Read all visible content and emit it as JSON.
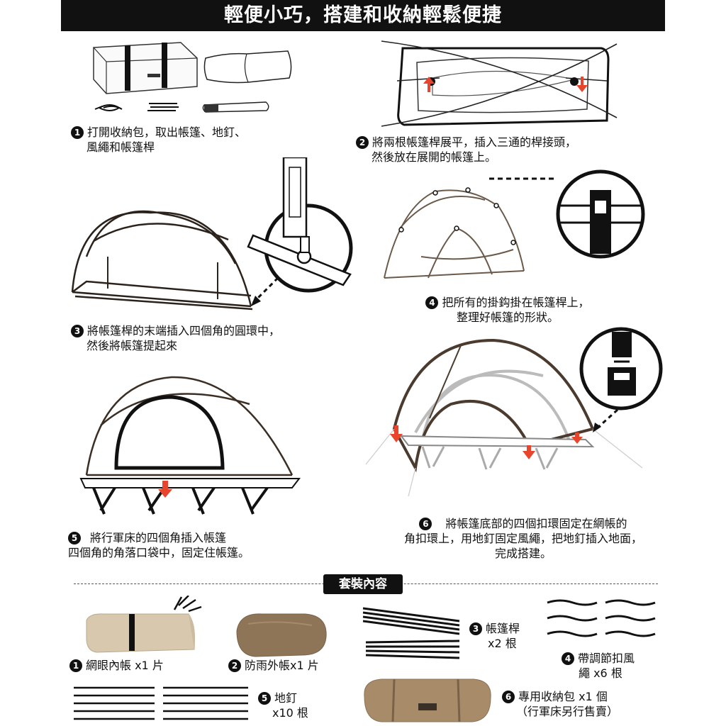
{
  "header": {
    "title": "輕便小巧，搭建和收納輕鬆便捷"
  },
  "steps": [
    {
      "num": "1",
      "lines": [
        "打開收納包，取出帳篷、地釘、",
        "風繩和帳篷桿"
      ]
    },
    {
      "num": "2",
      "lines": [
        "將兩根帳篷桿展平，插入三通的桿接頭，",
        "然後放在展開的帳篷上。"
      ]
    },
    {
      "num": "3",
      "lines": [
        "將帳篷桿的末端插入四個角的圓環中，",
        "然後將帳篷提起來"
      ]
    },
    {
      "num": "4",
      "lines": [
        "把所有的掛鈎掛在帳篷桿上，",
        "整理好帳篷的形狀。"
      ]
    },
    {
      "num": "5",
      "lines": [
        "將行軍床的四個角插入帳篷",
        "四個角的角落口袋中，固定住帳篷。"
      ]
    },
    {
      "num": "6",
      "lines": [
        "將帳篷底部的四個扣環固定在網帳的",
        "角扣環上，用地釘固定風繩，把地釘插入地面，",
        "完成搭建。"
      ]
    }
  ],
  "kit": {
    "title": "套裝內容",
    "items": [
      {
        "num": "1",
        "label": "網眼內帳 x1 片"
      },
      {
        "num": "2",
        "label": "防雨外帳x1 片"
      },
      {
        "num": "3",
        "label": "帳篷桿",
        "qty": "x2 根"
      },
      {
        "num": "4",
        "label": "帶調節扣風",
        "qty": "繩 x6 根"
      },
      {
        "num": "5",
        "label": "地釘",
        "qty": "x10 根"
      },
      {
        "num": "6",
        "label": "專用收納包 x1 個",
        "qty": "（行軍床另行售賣）"
      }
    ]
  },
  "colors": {
    "accent_arrow": "#e8452c",
    "tan_fabric": "#d8c8ad",
    "brown_fabric": "#8f7558",
    "ink": "#111111"
  }
}
